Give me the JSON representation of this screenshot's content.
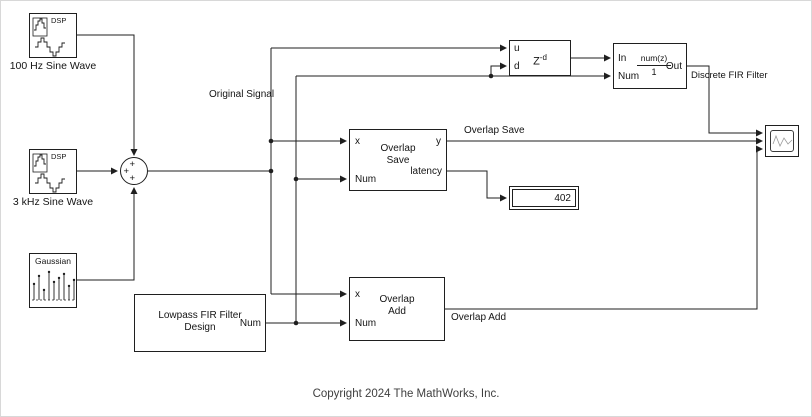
{
  "blocks": {
    "sine100": {
      "name": "100 Hz Sine Wave",
      "badge": "DSP"
    },
    "sine3k": {
      "name": "3 kHz Sine Wave",
      "badge": "DSP"
    },
    "gaussian": {
      "label": "Gaussian"
    },
    "sum": {
      "signs": [
        "+",
        "+",
        "+"
      ]
    },
    "lowpass": {
      "name_line1": "Lowpass FIR Filter",
      "name_line2": "Design",
      "port_num": "Num"
    },
    "overlap_save": {
      "title_line1": "Overlap",
      "title_line2": "Save",
      "port_x": "x",
      "port_num": "Num",
      "port_y": "y",
      "port_latency": "latency"
    },
    "overlap_add": {
      "title_line1": "Overlap",
      "title_line2": "Add",
      "port_x": "x",
      "port_num": "Num"
    },
    "delay": {
      "base": "Z",
      "exponent": "-d",
      "port_u": "u",
      "port_d": "d"
    },
    "fir": {
      "name": "Discrete FIR Filter",
      "numerator": "num(z)",
      "denominator": "1",
      "port_in": "In",
      "port_num": "Num",
      "port_out": "Out"
    },
    "display": {
      "value": "402"
    }
  },
  "signal_labels": {
    "original": "Original Signal",
    "overlap_save": "Overlap Save",
    "overlap_add": "Overlap Add"
  },
  "footer": {
    "copyright": "Copyright 2024 The MathWorks, Inc."
  }
}
